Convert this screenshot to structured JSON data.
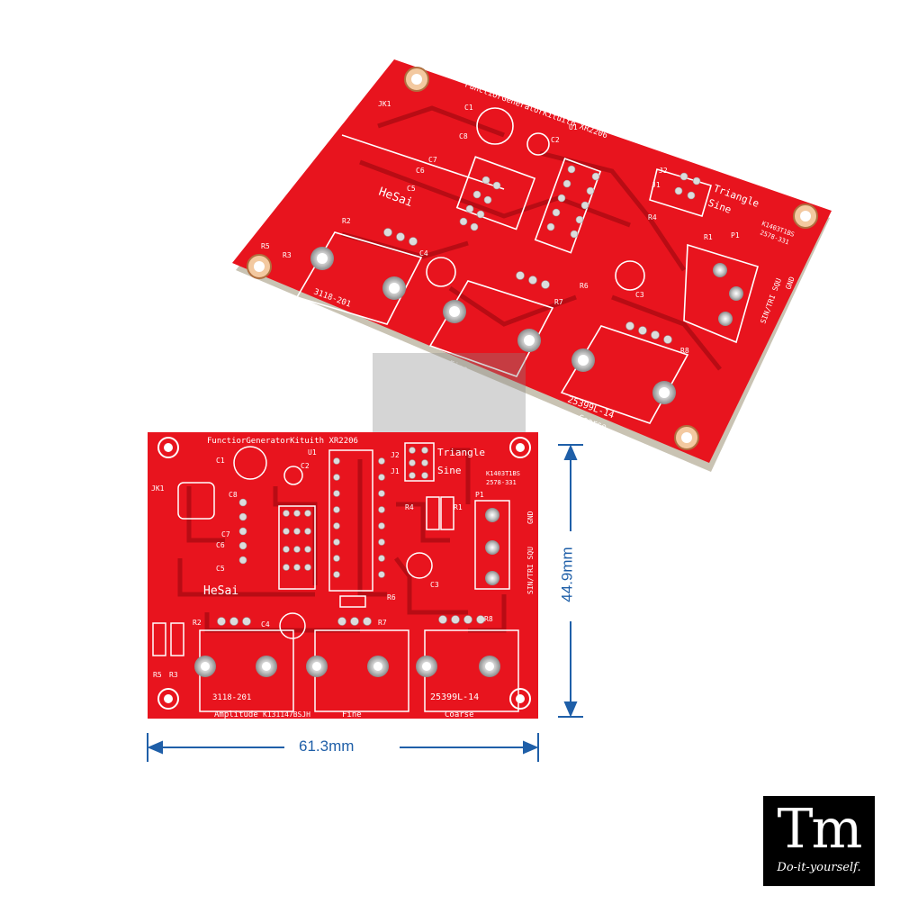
{
  "dimensions": {
    "width_label": "61.3mm",
    "height_label": "44.9mm"
  },
  "board": {
    "title": "FunctiorGeneratorKituith XR2206",
    "brand": "HeSai",
    "pot_labels": {
      "amplitude": "Amplitude",
      "fine": "Fine",
      "coarse": "Coarse"
    },
    "pot_parts": {
      "amplitude": "3118-201",
      "fine_code": "K131147BSJH",
      "coarse": "25399L-14"
    },
    "jumper_labels": {
      "triangle": "Triangle",
      "sine": "Sine"
    },
    "output_labels": {
      "gnd": "GND",
      "sqw": "SIN/TRI SQU"
    },
    "part_codes": {
      "a": "K1403T1BS",
      "b": "2578-331"
    },
    "refs": {
      "jk1": "JK1",
      "c1": "C1",
      "c2": "C2",
      "c3": "C3",
      "c4": "C4",
      "c5": "C5",
      "c6": "C6",
      "c7": "C7",
      "c8": "C8",
      "u1": "U1",
      "j1": "J1",
      "j2": "J2",
      "r1": "R1",
      "r2": "R2",
      "r3": "R3",
      "r4": "R4",
      "r5": "R5",
      "r6": "R6",
      "r7": "R7",
      "r8": "R8",
      "p1": "P1"
    }
  },
  "watermark": {
    "mark": "Tm",
    "tagline": "Do-it-yourself."
  },
  "colors": {
    "pcb_red": "#e8141e",
    "silkscreen": "#ffffff",
    "dimension_blue": "#1f5fa8"
  }
}
